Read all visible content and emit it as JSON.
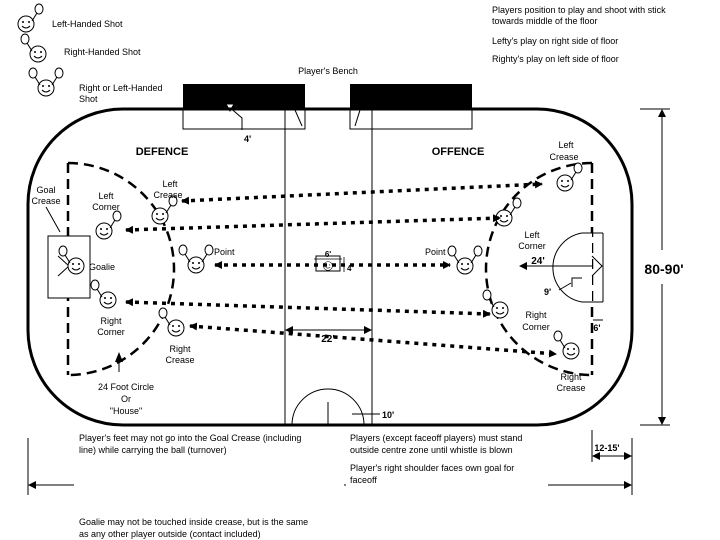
{
  "legend": {
    "left_handed": "Left-Handed Shot",
    "right_handed": "Right-Handed Shot",
    "either_line1": "Right or Left-Handed",
    "either_line2": "Shot"
  },
  "notes_top_right": {
    "line1": "Players position to play and shoot with stick",
    "line2": "towards middle of the floor",
    "line3": "Lefty's play on right side of floor",
    "line4": "Righty's play on left side of floor"
  },
  "bench_label": "Player's Bench",
  "zones": {
    "defence": "DEFENCE",
    "offence": "OFFENCE"
  },
  "dimensions": {
    "width": "80-90'",
    "bench_gap": "4'",
    "crease_radius": "9'",
    "crease_to_end": "6'",
    "house_radius": "24'",
    "center_box_w": "6'",
    "center_box_h": "4'",
    "center_zone": "22'",
    "faceoff_circle": "10'",
    "goal_to_end": "12-15'"
  },
  "positions": {
    "goal_crease_1": "Goal",
    "goal_crease_2": "Crease",
    "left_corner_def_1": "Left",
    "left_corner_def_2": "Corner",
    "left_crease_def_1": "Left",
    "left_crease_def_2": "Crease",
    "goalie": "Goalie",
    "point_def": "Point",
    "right_corner_def_1": "Right",
    "right_corner_def_2": "Corner",
    "right_crease_def_1": "Right",
    "right_crease_def_2": "Crease",
    "house_1": "24 Foot Circle",
    "house_2": "Or",
    "house_3": "\"House\"",
    "left_crease_off_1": "Left",
    "left_crease_off_2": "Crease",
    "left_corner_off_1": "Left",
    "left_corner_off_2": "Corner",
    "point_off": "Point",
    "right_corner_off_1": "Right",
    "right_corner_off_2": "Corner",
    "right_crease_off_1": "Right",
    "right_crease_off_2": "Crease"
  },
  "notes_bottom": {
    "crease_1": "Player's feet may not go into the Goal Crease (including",
    "crease_2": "line) while carrying the ball (turnover)",
    "faceoff_1": "Players (except faceoff players) must stand",
    "faceoff_2": "outside centre zone until whistle is blown",
    "shoulder_1": "Player's right shoulder faces own goal for",
    "shoulder_2": "faceoff",
    "goalie_1": "Goalie may not be touched inside crease, but is the same",
    "goalie_2": "as any other player outside (contact included)"
  }
}
